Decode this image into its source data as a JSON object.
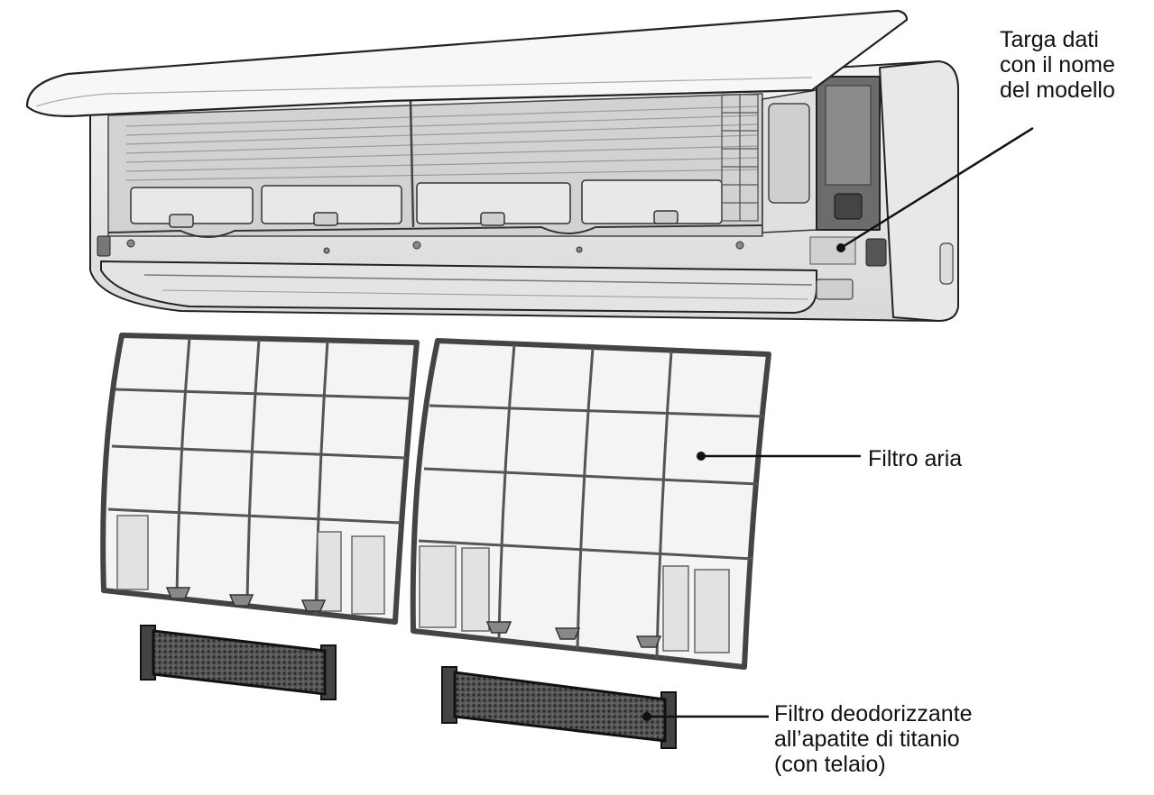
{
  "callouts": {
    "nameplate": "Targa dati\ncon il nome\ndel modello",
    "air_filter": "Filtro aria",
    "deodorizing_filter": "Filtro deodorizzante\nall’apatite di titanio\n(con telaio)"
  },
  "colors": {
    "line": "#222222",
    "body_fill": "#eeeeee",
    "shadow_fill": "#d6d6d6",
    "filter_frame": "#555555",
    "mesh_dark": "#3a3a3a"
  }
}
